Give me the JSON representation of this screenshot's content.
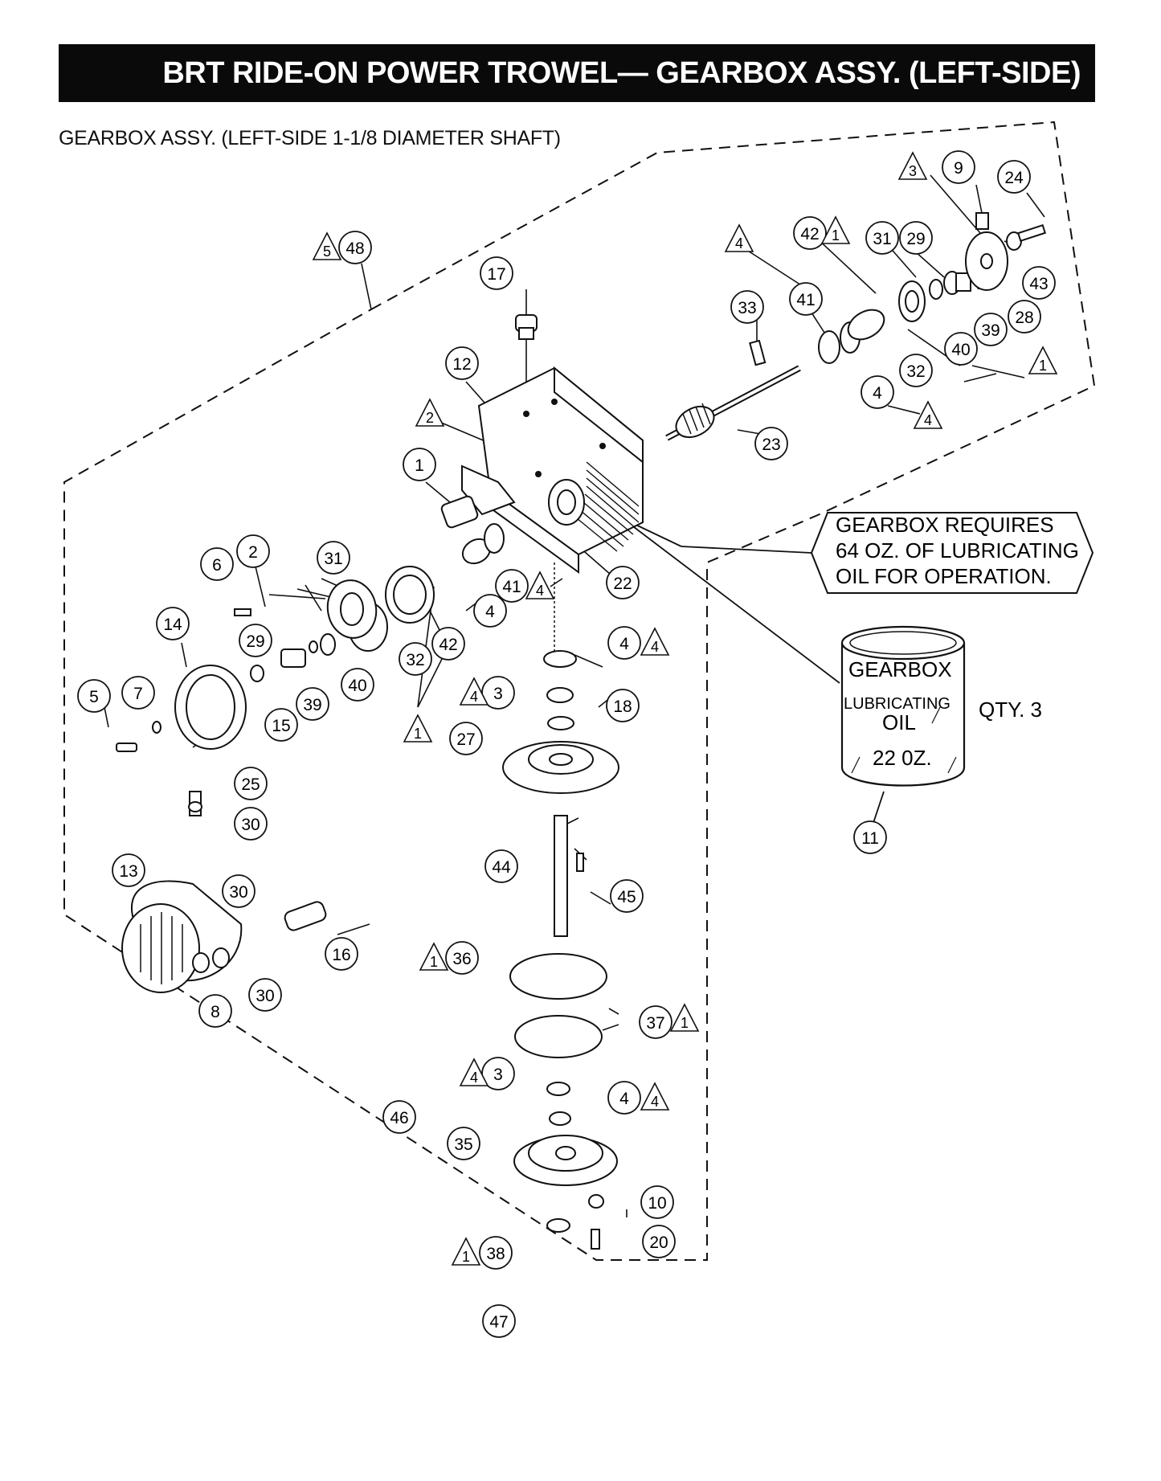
{
  "header": {
    "title": "BRT RIDE-ON POWER TROWEL— GEARBOX  ASSY.  (LEFT-SIDE)"
  },
  "subtitle": "GEARBOX ASSY. (LEFT-SIDE 1-1/8 DIAMETER SHAFT)",
  "note": {
    "lines": [
      "GEARBOX REQUIRES",
      "64 OZ. OF LUBRICATING",
      "OIL FOR OPERATION."
    ]
  },
  "oil_can": {
    "brand": "GEARBOX",
    "line1": "LUBRICATING",
    "line2": "OIL",
    "volume": "22 0Z.",
    "qty": "QTY. 3"
  },
  "callouts": [
    {
      "id": "c1",
      "num": "1"
    },
    {
      "id": "c2",
      "num": "2"
    },
    {
      "id": "c3a",
      "num": "3"
    },
    {
      "id": "c3b",
      "num": "3"
    },
    {
      "id": "c4a",
      "num": "4"
    },
    {
      "id": "c4b",
      "num": "4"
    },
    {
      "id": "c4c",
      "num": "4"
    },
    {
      "id": "c4d",
      "num": "4"
    },
    {
      "id": "c5",
      "num": "5"
    },
    {
      "id": "c6",
      "num": "6"
    },
    {
      "id": "c7",
      "num": "7"
    },
    {
      "id": "c8",
      "num": "8"
    },
    {
      "id": "c9",
      "num": "9"
    },
    {
      "id": "c10",
      "num": "10"
    },
    {
      "id": "c11",
      "num": "11"
    },
    {
      "id": "c12",
      "num": "12"
    },
    {
      "id": "c13",
      "num": "13"
    },
    {
      "id": "c14",
      "num": "14"
    },
    {
      "id": "c15",
      "num": "15"
    },
    {
      "id": "c16",
      "num": "16"
    },
    {
      "id": "c17",
      "num": "17"
    },
    {
      "id": "c18",
      "num": "18"
    },
    {
      "id": "c20",
      "num": "20"
    },
    {
      "id": "c22",
      "num": "22"
    },
    {
      "id": "c23",
      "num": "23"
    },
    {
      "id": "c24",
      "num": "24"
    },
    {
      "id": "c25",
      "num": "25"
    },
    {
      "id": "c27",
      "num": "27"
    },
    {
      "id": "c28",
      "num": "28"
    },
    {
      "id": "c29a",
      "num": "29"
    },
    {
      "id": "c29b",
      "num": "29"
    },
    {
      "id": "c30a",
      "num": "30"
    },
    {
      "id": "c30b",
      "num": "30"
    },
    {
      "id": "c30c",
      "num": "30"
    },
    {
      "id": "c31a",
      "num": "31"
    },
    {
      "id": "c31b",
      "num": "31"
    },
    {
      "id": "c32a",
      "num": "32"
    },
    {
      "id": "c32b",
      "num": "32"
    },
    {
      "id": "c33",
      "num": "33"
    },
    {
      "id": "c35",
      "num": "35"
    },
    {
      "id": "c36",
      "num": "36"
    },
    {
      "id": "c37",
      "num": "37"
    },
    {
      "id": "c38",
      "num": "38"
    },
    {
      "id": "c39a",
      "num": "39"
    },
    {
      "id": "c39b",
      "num": "39"
    },
    {
      "id": "c40a",
      "num": "40"
    },
    {
      "id": "c40b",
      "num": "40"
    },
    {
      "id": "c41a",
      "num": "41"
    },
    {
      "id": "c41b",
      "num": "41"
    },
    {
      "id": "c42a",
      "num": "42"
    },
    {
      "id": "c42b",
      "num": "42"
    },
    {
      "id": "c43",
      "num": "43"
    },
    {
      "id": "c44",
      "num": "44"
    },
    {
      "id": "c45",
      "num": "45"
    },
    {
      "id": "c46",
      "num": "46"
    },
    {
      "id": "c47",
      "num": "47"
    },
    {
      "id": "c48",
      "num": "48"
    },
    {
      "id": "c3c",
      "num": "3"
    },
    {
      "id": "c4e",
      "num": "4"
    }
  ],
  "notes_triangles": [
    {
      "id": "t5",
      "num": "5"
    },
    {
      "id": "t2",
      "num": "2"
    },
    {
      "id": "t3",
      "num": "3"
    },
    {
      "id": "t4a",
      "num": "4"
    },
    {
      "id": "t1a",
      "num": "1"
    },
    {
      "id": "t1b",
      "num": "1"
    },
    {
      "id": "t4b",
      "num": "4"
    },
    {
      "id": "t4c",
      "num": "4"
    },
    {
      "id": "t4d",
      "num": "4"
    },
    {
      "id": "t4e",
      "num": "4"
    },
    {
      "id": "t1c",
      "num": "1"
    },
    {
      "id": "t1d",
      "num": "1"
    },
    {
      "id": "t1e",
      "num": "1"
    },
    {
      "id": "t4f",
      "num": "4"
    },
    {
      "id": "t4g",
      "num": "4"
    },
    {
      "id": "t1f",
      "num": "1"
    }
  ]
}
